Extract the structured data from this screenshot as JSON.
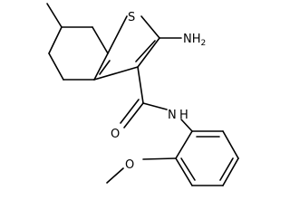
{
  "molecule": {
    "atoms": {
      "sulfur": "S",
      "amino_n": "NH",
      "amino_sub": "2",
      "amide_n": "N",
      "amide_h": "H",
      "carbonyl_o": "O",
      "methoxy_o": "O"
    }
  },
  "colors": {
    "bond": "#000000",
    "label": "#000000",
    "background": "#ffffff"
  }
}
